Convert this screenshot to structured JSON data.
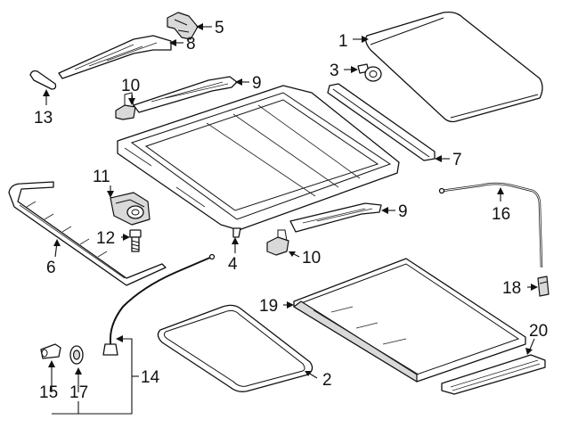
{
  "callouts": {
    "c1": "1",
    "c2": "2",
    "c3": "3",
    "c4": "4",
    "c5": "5",
    "c6": "6",
    "c7": "7",
    "c8": "8",
    "c9a": "9",
    "c9b": "9",
    "c10a": "10",
    "c10b": "10",
    "c11": "11",
    "c12": "12",
    "c13": "13",
    "c14": "14",
    "c15": "15",
    "c16": "16",
    "c17": "17",
    "c18": "18",
    "c19": "19",
    "c20": "20"
  }
}
